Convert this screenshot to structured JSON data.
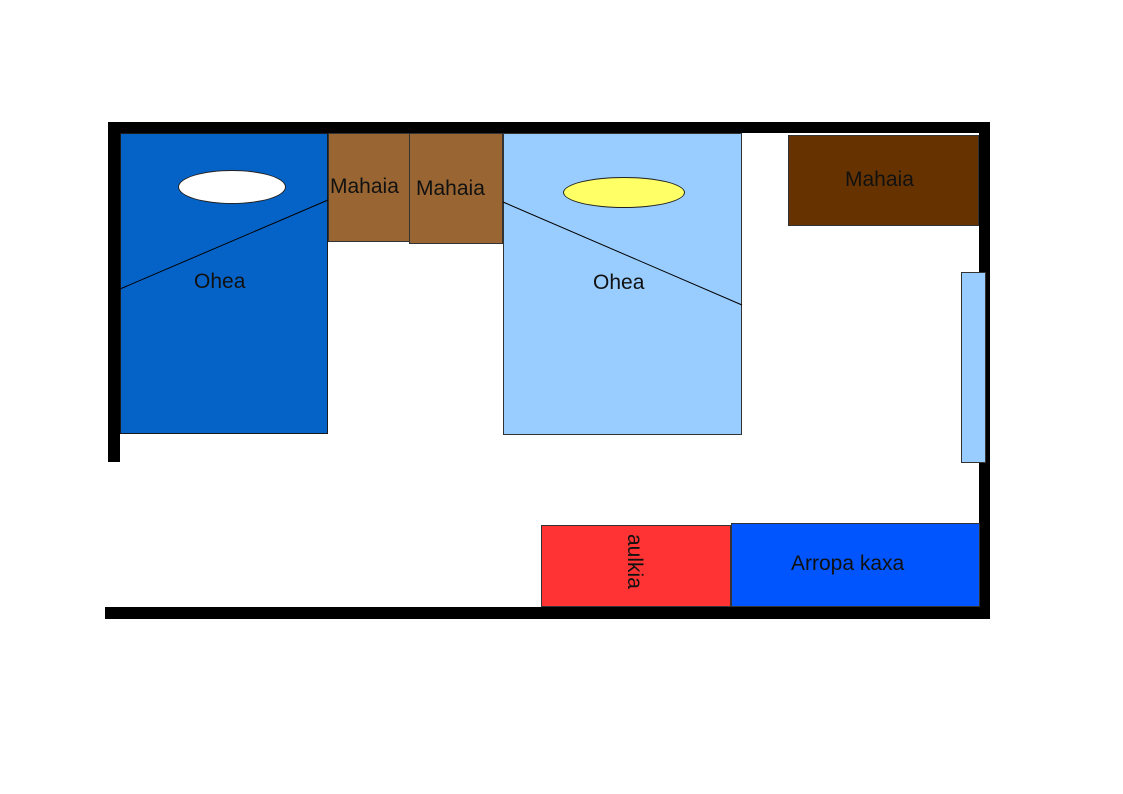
{
  "labels": {
    "bed1": "Ohea",
    "bed2": "Ohea",
    "table1": "Mahaia",
    "table2": "Mahaia",
    "table3": "Mahaia",
    "chair": "aulkia",
    "wardrobe": "Arropa kaxa"
  },
  "colors": {
    "wall": "#000000",
    "bed1": "#0563C8",
    "bed2": "#99CCFF",
    "pillow1": "#FFFFFF",
    "pillow2": "#FFFF66",
    "table_light": "#996633",
    "table_dark": "#663300",
    "chair": "#FF3333",
    "wardrobe": "#0055FF",
    "window": "#99CCFF"
  },
  "icons": {
    "pillow": "ellipse",
    "blanket_fold": "diagonal-line"
  }
}
